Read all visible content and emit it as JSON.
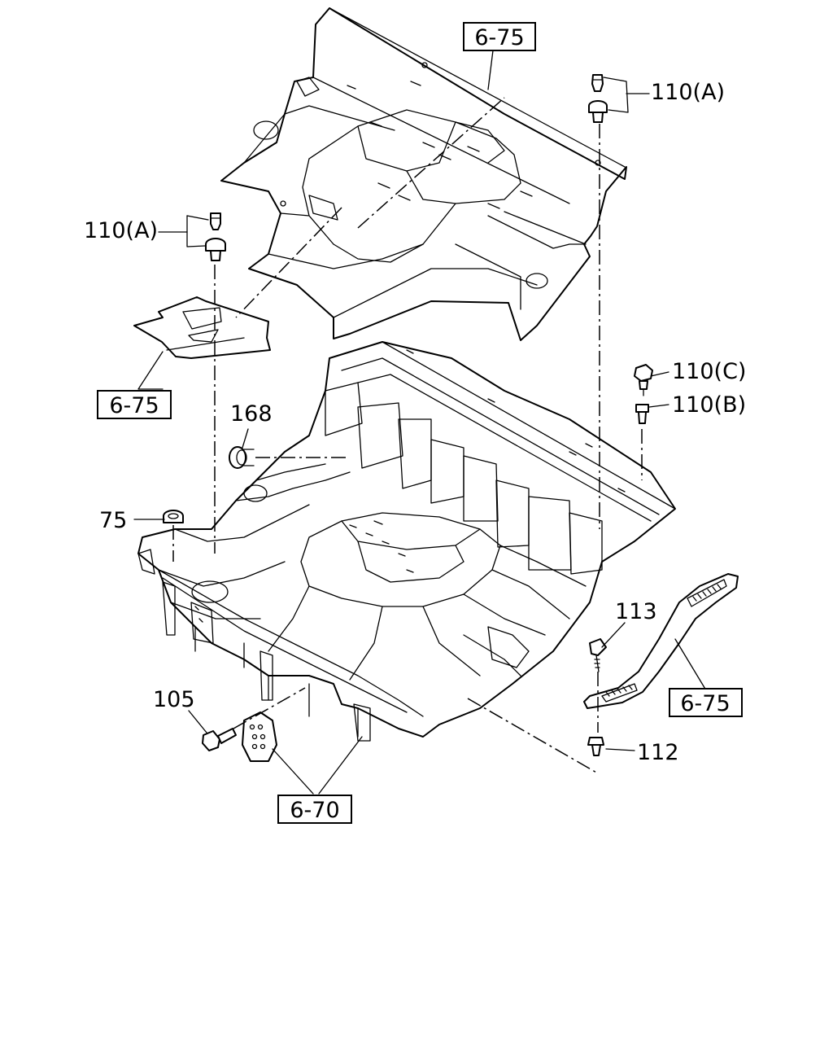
{
  "labels": {
    "ref_top": "6-75",
    "ref_left": "6-75",
    "ref_right": "6-75",
    "ref_bottom": "6-70",
    "p110a_top": "110(A)",
    "p110a_left": "110(A)",
    "p110c": "110(C)",
    "p110b": "110(B)",
    "p168": "168",
    "p75": "75",
    "p113": "113",
    "p105": "105",
    "p112": "112"
  },
  "icons": [
    "clip-icon",
    "bolt-icon",
    "grommet-icon",
    "screw-icon",
    "plug-icon"
  ]
}
